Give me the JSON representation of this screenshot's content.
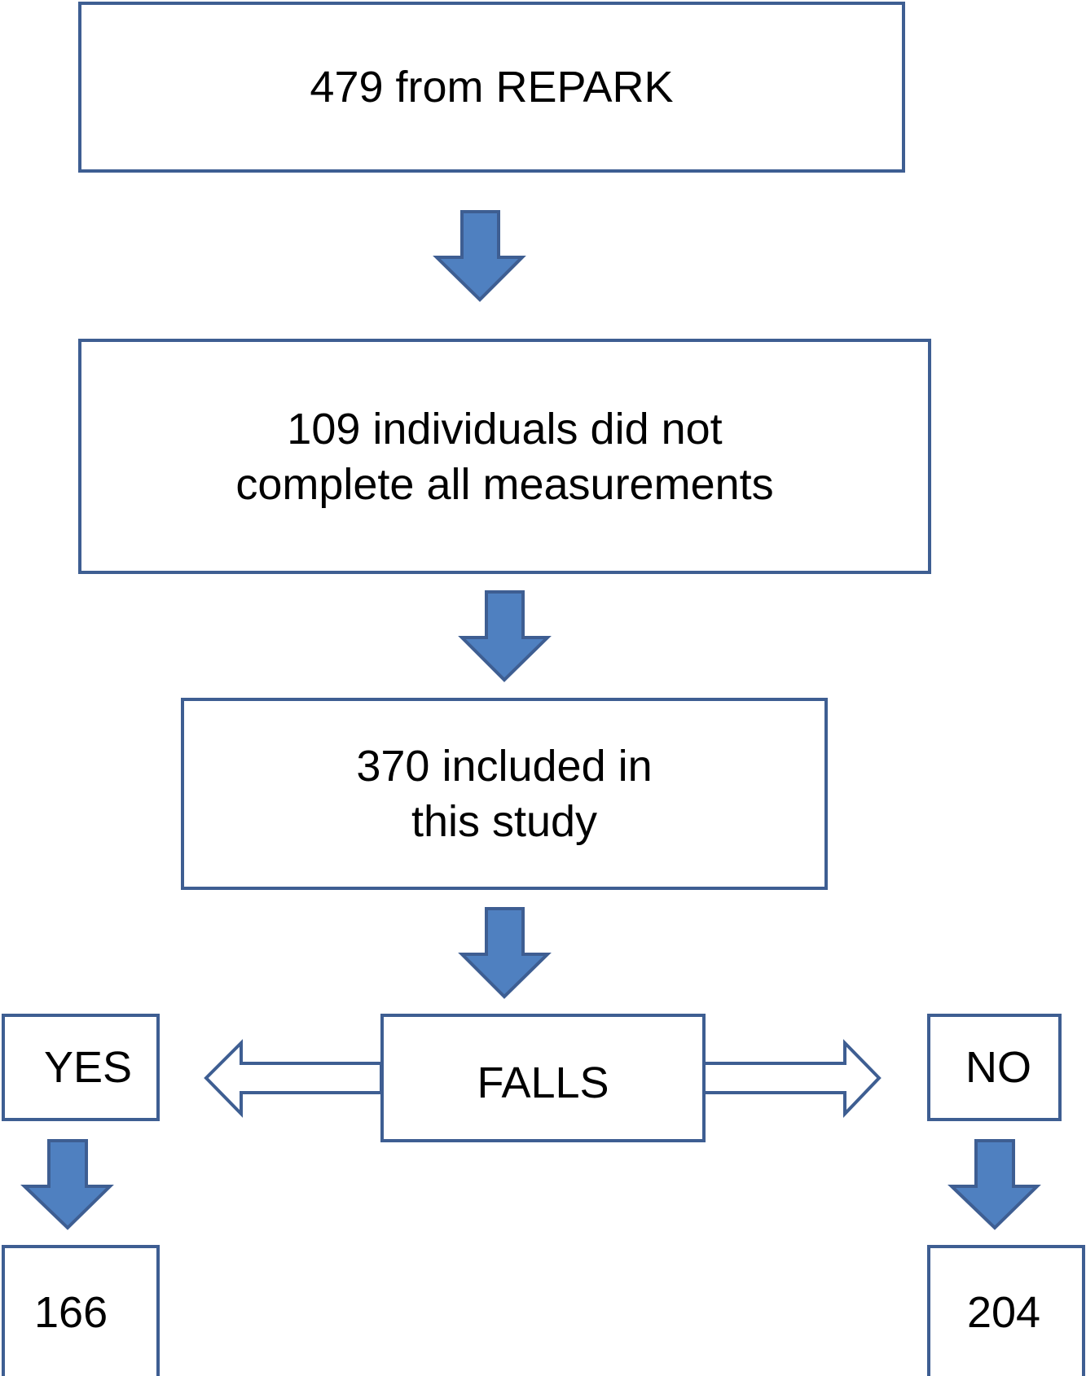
{
  "flowchart": {
    "source_box": {
      "text": "479 from REPARK"
    },
    "excluded_box": {
      "line1": "109 individuals did not",
      "line2": "complete all measurements"
    },
    "included_box": {
      "line1": "370 included in",
      "line2": "this study"
    },
    "falls_box": {
      "text": "FALLS"
    },
    "yes_box": {
      "text": "YES"
    },
    "no_box": {
      "text": "NO"
    },
    "yes_count_box": {
      "text": "166"
    },
    "no_count_box": {
      "text": "204"
    }
  },
  "colors": {
    "border": "#3e5e92",
    "arrow_fill": "#4f80c0",
    "arrow_stroke": "#3e5e92"
  }
}
